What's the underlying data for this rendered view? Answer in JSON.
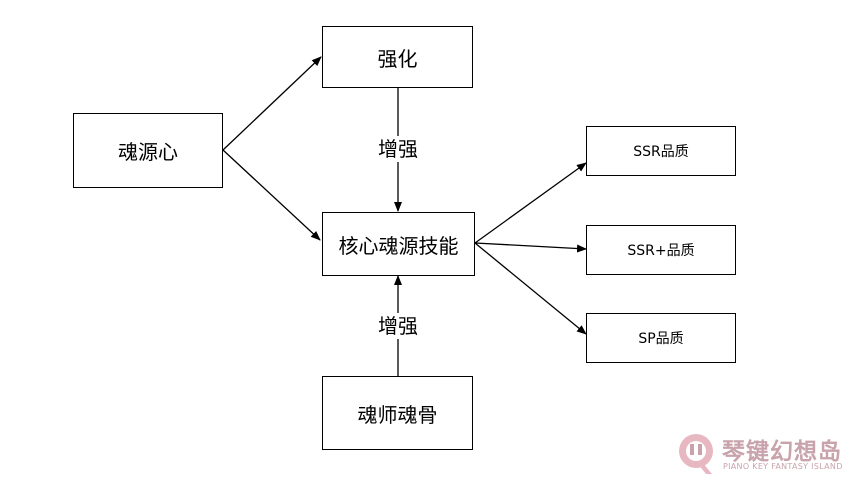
{
  "diagram": {
    "nodes": {
      "hun_yuan_xin": "魂源心",
      "qiang_hua": "强化",
      "core_skill": "核心魂源技能",
      "hun_shi_gu": "魂师魂骨",
      "ssr": "SSR品质",
      "ssr_plus": "SSR+品质",
      "sp": "SP品质"
    },
    "edge_labels": {
      "strengthen_top": "增强",
      "strengthen_bottom": "增强"
    }
  },
  "watermark": {
    "title": "琴键幻想岛",
    "subtitle": "PIANO KEY FANTASY ISLAND"
  },
  "colors": {
    "stroke": "#000000",
    "watermark": "#c8a3ab"
  }
}
